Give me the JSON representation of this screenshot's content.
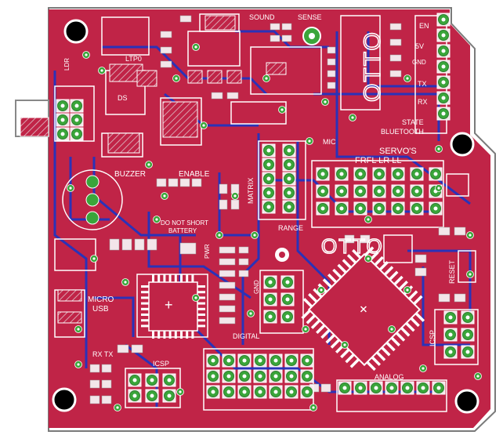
{
  "board": {
    "colors": {
      "background": "#ffffff",
      "copper_top": "#b81e43",
      "copper_fill": "#c02447",
      "trace_bottom": "#2a32b8",
      "silkscreen": "#ffffff",
      "pad": "#3aa53a",
      "hatch": "#d9a3b0",
      "outline": "#7a7a7a"
    },
    "brand_main": "OTTO",
    "brand_side": "OTTO",
    "labels": {
      "sound": "SOUND",
      "sense": "SENSE",
      "en": "EN",
      "v5": "5V",
      "gnd": "GND",
      "tx": "TX",
      "rx": "RX",
      "state": "STATE",
      "bluetooth": "BLUETOOTH",
      "mic": "MIC",
      "servos": "SERVO'S",
      "servo_sides": "FRFL LR LL",
      "matrix": "MATRIX",
      "range": "RANGE",
      "buzzer": "BUZZER",
      "enable": "ENABLE",
      "do_not_short": "DO NOT SHORT",
      "battery": "BATTERY",
      "pwr": "PWR",
      "reset": "RESET",
      "micro": "MICRO",
      "usb": "USB",
      "digital": "DIGITAL",
      "analog": "ANALOG",
      "icsp": "ICSP",
      "rx_tx": "RX  TX",
      "ltp0": "LTP0",
      "ds": "DS",
      "ldr": "LDR"
    }
  }
}
